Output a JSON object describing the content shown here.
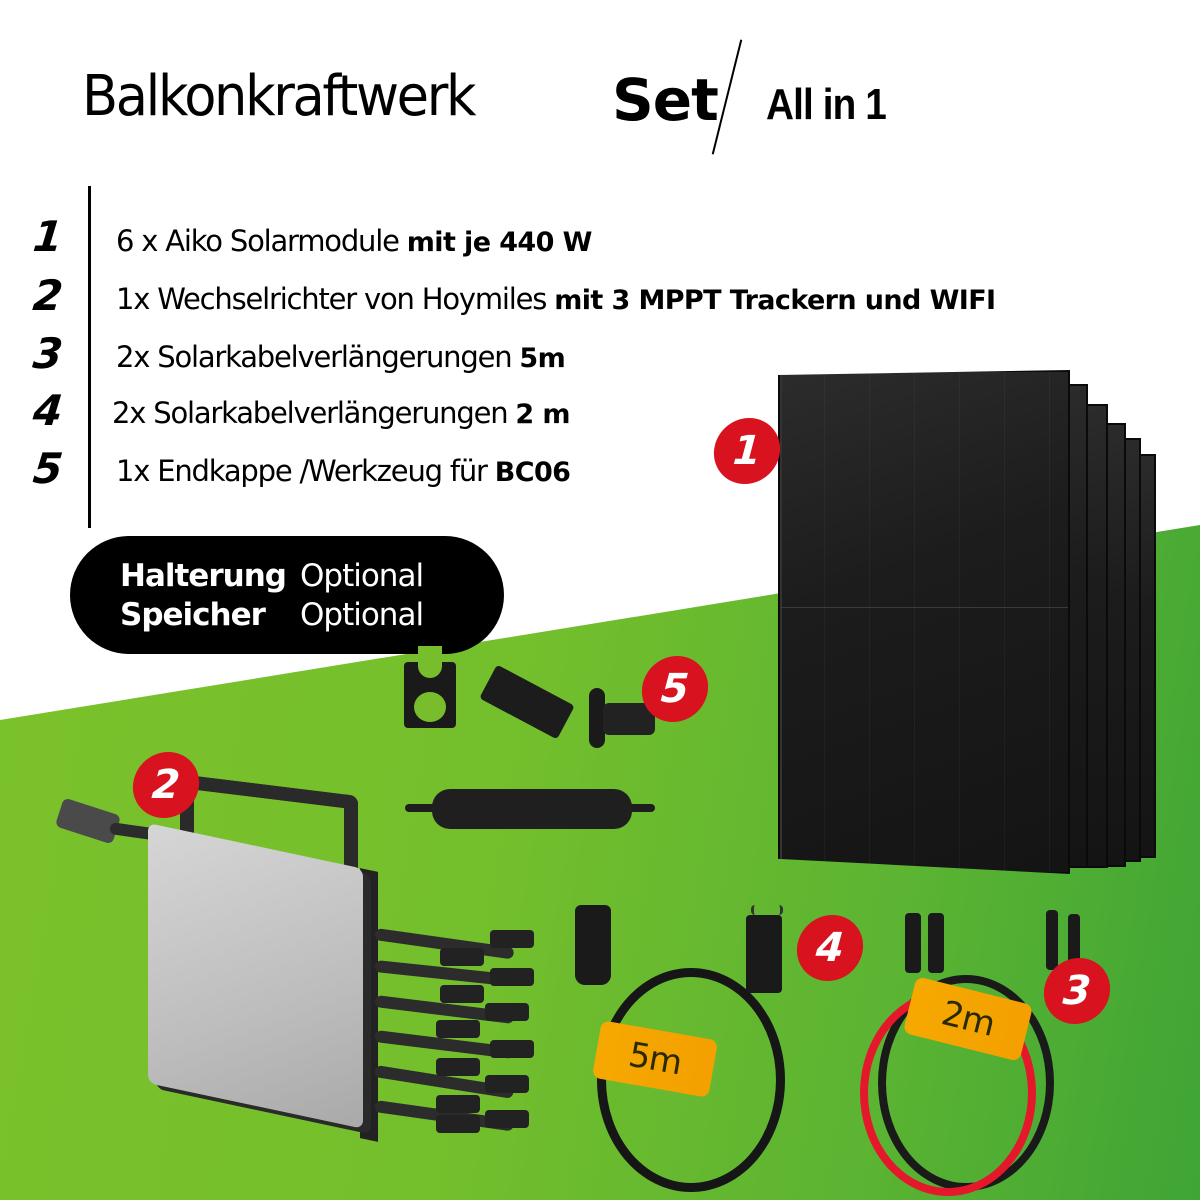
{
  "header": {
    "title_light": "Balkonkraftwerk",
    "title_bold": "Set",
    "subtitle": "All in 1"
  },
  "items": [
    {
      "number": "1",
      "text": "6 x Aiko Solarmodule ",
      "bold": "mit je 440 W"
    },
    {
      "number": "2",
      "text": "1x Wechselrichter von Hoymiles ",
      "bold": "mit 3 MPPT Trackern und WIFI"
    },
    {
      "number": "3",
      "text": "2x Solarkabelverlängerungen ",
      "bold": "5m"
    },
    {
      "number": "4",
      "text": "2x Solarkabelverlängerungen ",
      "bold": "2 m"
    },
    {
      "number": "5",
      "text": "1x Endkappe /Werkzeug für ",
      "bold": "BC06"
    }
  ],
  "options": [
    {
      "label": "Halterung",
      "value": "Optional"
    },
    {
      "label": "Speicher",
      "value": "Optional"
    }
  ],
  "badges": {
    "panels": "1",
    "inverter": "2",
    "cable_2m": "3",
    "cable_5m": "4",
    "accessories": "5"
  },
  "tags": {
    "cable_5m": "5m",
    "cable_2m": "2m"
  },
  "colors": {
    "badge_red": "#d8121f",
    "green": "#78be2c",
    "tag_orange": "#f6a800"
  }
}
